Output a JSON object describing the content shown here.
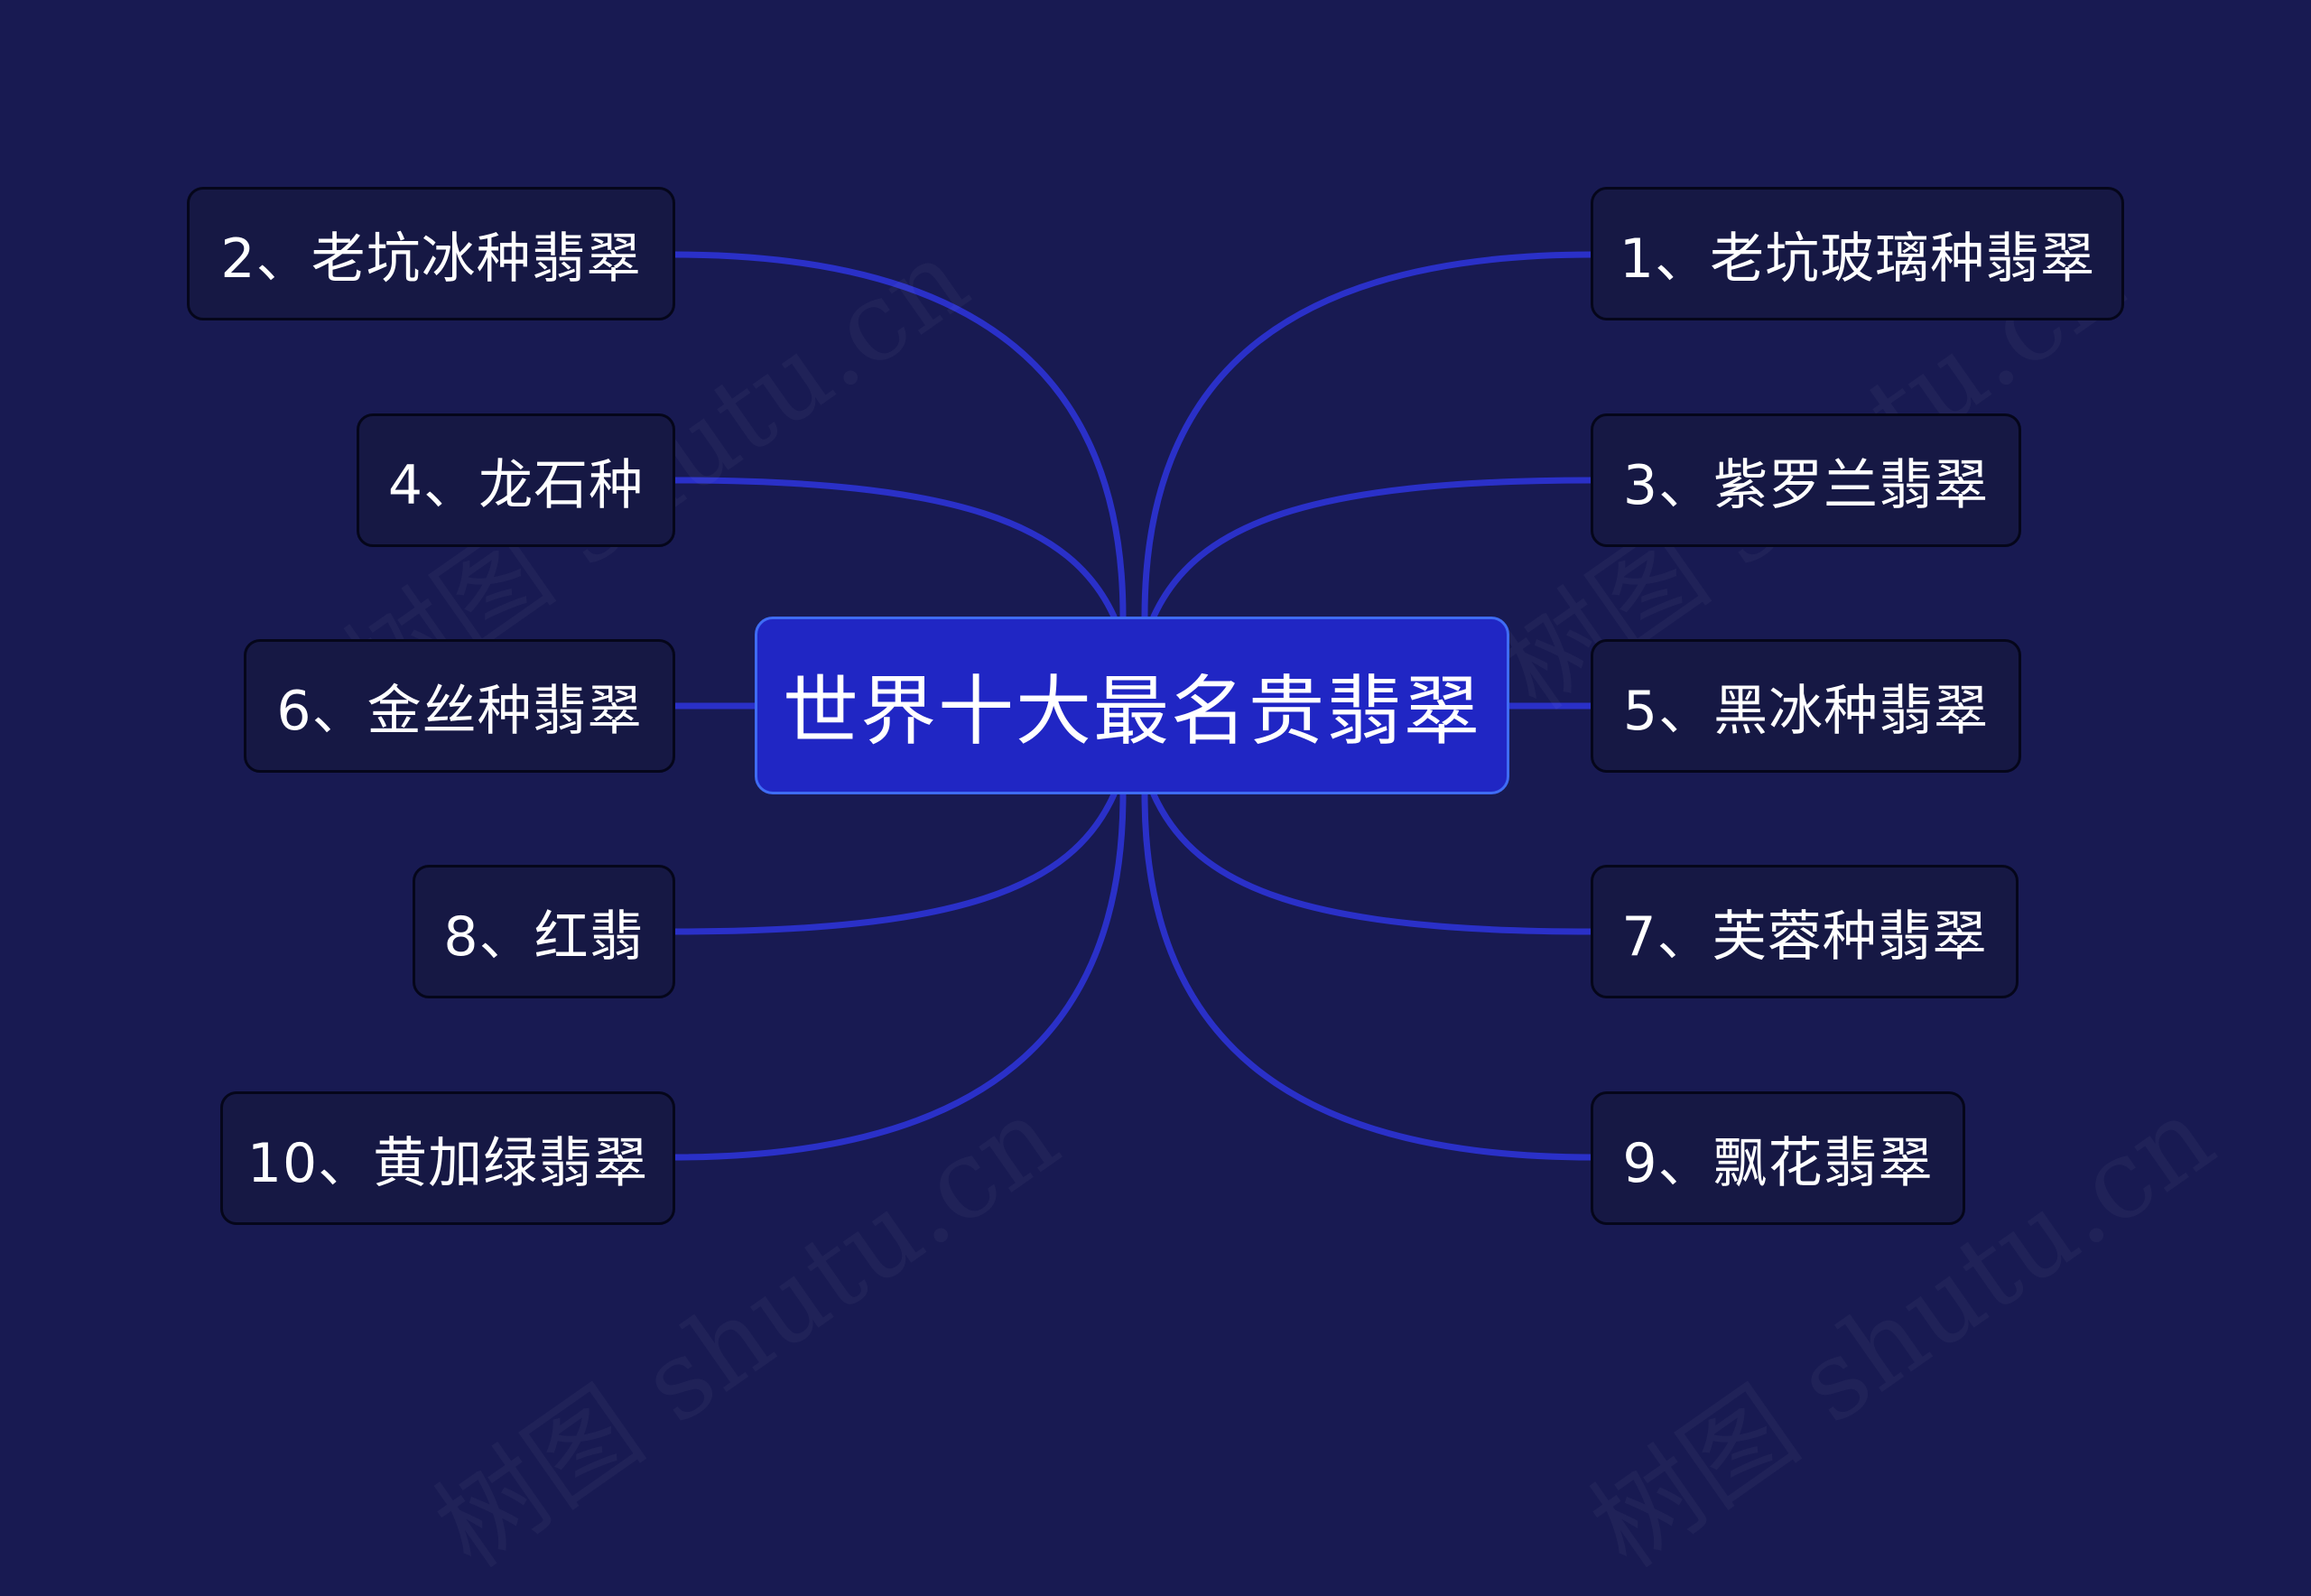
{
  "mindmap": {
    "root": "世界十大最名贵翡翠",
    "branches": [
      {
        "id": "b1",
        "label": "1、老坑玻璃种翡翠",
        "side": "right"
      },
      {
        "id": "b2",
        "label": "2、老坑冰种翡翠",
        "side": "left"
      },
      {
        "id": "b3",
        "label": "3、紫罗兰翡翠",
        "side": "right"
      },
      {
        "id": "b4",
        "label": "4、龙石种",
        "side": "left"
      },
      {
        "id": "b5",
        "label": "5、黑冰种翡翠",
        "side": "right"
      },
      {
        "id": "b6",
        "label": "6、金丝种翡翠",
        "side": "left"
      },
      {
        "id": "b7",
        "label": "7、芙蓉种翡翠",
        "side": "right"
      },
      {
        "id": "b8",
        "label": "8、红翡",
        "side": "left"
      },
      {
        "id": "b9",
        "label": "9、飘花翡翠",
        "side": "right"
      },
      {
        "id": "b10",
        "label": "10、黄加绿翡翠",
        "side": "left"
      }
    ]
  },
  "watermark": "树图 shutu.cn",
  "colors": {
    "background": "#181a52",
    "connector": "#2a30c8",
    "root_fill": "#2026c4",
    "root_border": "#3f6cf5",
    "node_fill": "#161844",
    "node_border": "#05061a"
  }
}
